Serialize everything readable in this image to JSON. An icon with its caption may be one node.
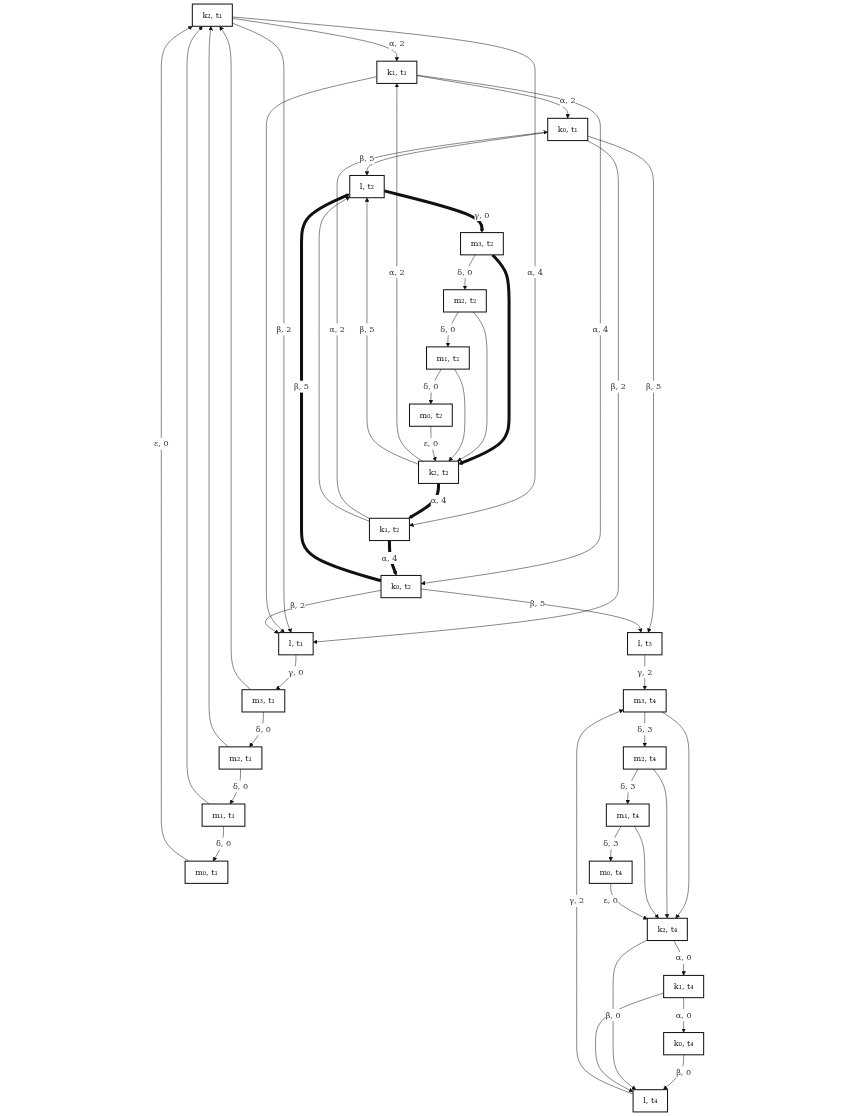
{
  "diagram": {
    "nodes": [
      {
        "text": [
          "k₂, t₁"
        ]
      },
      {
        "text": [
          "k₁, t₁"
        ]
      },
      {
        "text": [
          "k₀, t₁"
        ]
      },
      {
        "text": [
          "l, t₁"
        ]
      },
      {
        "text": [
          "m₃, t₁"
        ]
      },
      {
        "text": [
          "m₂, t₁"
        ]
      },
      {
        "text": [
          "m₁, t₁"
        ]
      },
      {
        "text": [
          "m₀, t₁"
        ]
      },
      {
        "text": [
          "k₂, t₂"
        ]
      },
      {
        "text": [
          "k₁, t₂"
        ]
      },
      {
        "text": [
          "k₀, t₂"
        ]
      },
      {
        "text": [
          "l, t₂"
        ]
      },
      {
        "text": [
          "m₃, t₂"
        ]
      },
      {
        "text": [
          "m₂, t₂"
        ]
      },
      {
        "text": [
          "m₁, t₂"
        ]
      },
      {
        "text": [
          "m₀, t₂"
        ]
      },
      {
        "text": [
          "l, t₃"
        ]
      },
      {
        "text": [
          "k₂, t₄"
        ]
      },
      {
        "text": [
          "k₁, t₄"
        ]
      },
      {
        "text": [
          "k₀, t₄"
        ]
      },
      {
        "text": [
          "l, t₄"
        ]
      },
      {
        "text": [
          "m₃, t₄"
        ]
      },
      {
        "text": [
          "m₂, t₄"
        ]
      },
      {
        "text": [
          "m₁, t₄"
        ]
      },
      {
        "text": [
          "m₀, t₄"
        ]
      }
    ],
    "edges": [
      {
        "from": 0,
        "to": 1,
        "arrow": "to",
        "label": "α, 2"
      },
      {
        "from": 1,
        "to": 2,
        "arrow": "to",
        "label": "α, 2"
      },
      {
        "from": 2,
        "to": 3,
        "arrow": "to",
        "label": "β, 2"
      },
      {
        "from": 0,
        "to": 3,
        "arrow": "to",
        "label": "β, 2"
      },
      {
        "from": 1,
        "to": 3,
        "arrow": "to"
      },
      {
        "from": 3,
        "to": 4,
        "arrow": "to",
        "label": "γ, 0"
      },
      {
        "from": 4,
        "to": 5,
        "arrow": "to",
        "label": "δ, 0"
      },
      {
        "from": 5,
        "to": 6,
        "arrow": "to",
        "label": "δ, 0"
      },
      {
        "from": 6,
        "to": 7,
        "arrow": "to",
        "label": "δ, 0"
      },
      {
        "from": 4,
        "to": 0,
        "arrow": "to"
      },
      {
        "from": 5,
        "to": 0,
        "arrow": "to"
      },
      {
        "from": 6,
        "to": 0,
        "arrow": "to"
      },
      {
        "from": 7,
        "to": 0,
        "arrow": "to",
        "label": "ε, 0"
      },
      {
        "from": 0,
        "to": 9,
        "arrow": "to",
        "label": "α, 4"
      },
      {
        "from": 8,
        "to": 1,
        "arrow": "to",
        "label": "α, 2"
      },
      {
        "from": 1,
        "to": 10,
        "arrow": "to",
        "label": "α, 4"
      },
      {
        "from": 9,
        "to": 2,
        "arrow": "to",
        "label": "α, 2"
      },
      {
        "from": 2,
        "to": 11,
        "arrow": "to",
        "label": "β, 5"
      },
      {
        "from": 10,
        "to": 3,
        "arrow": "to",
        "label": "β, 2"
      },
      {
        "from": 2,
        "to": 16,
        "arrow": "to",
        "label": "β, 5"
      },
      {
        "from": 8,
        "to": 9,
        "arrow": "to",
        "label": "α, 4",
        "style": "thick"
      },
      {
        "from": 9,
        "to": 10,
        "arrow": "to",
        "label": "α, 4",
        "style": "thick"
      },
      {
        "from": 10,
        "to": 11,
        "arrow": "to",
        "label": "β, 5",
        "style": "thick"
      },
      {
        "from": 8,
        "to": 11,
        "arrow": "to",
        "label": "β, 5"
      },
      {
        "from": 9,
        "to": 11,
        "arrow": "to"
      },
      {
        "from": 11,
        "to": 12,
        "arrow": "to",
        "label": "γ, 0",
        "style": "thick"
      },
      {
        "from": 12,
        "to": 13,
        "arrow": "to",
        "label": "δ, 0"
      },
      {
        "from": 13,
        "to": 14,
        "arrow": "to",
        "label": "δ, 0"
      },
      {
        "from": 14,
        "to": 15,
        "arrow": "to",
        "label": "δ, 0"
      },
      {
        "from": 12,
        "to": 8,
        "arrow": "to",
        "style": "thick"
      },
      {
        "from": 13,
        "to": 8,
        "arrow": "to"
      },
      {
        "from": 14,
        "to": 8,
        "arrow": "to"
      },
      {
        "from": 15,
        "to": 8,
        "arrow": "to",
        "label": "ε, 0"
      },
      {
        "from": 10,
        "to": 16,
        "arrow": "to",
        "label": "β, 5"
      },
      {
        "from": 16,
        "to": 21,
        "arrow": "to",
        "label": "γ, 2"
      },
      {
        "from": 17,
        "to": 18,
        "arrow": "to",
        "label": "α, 0"
      },
      {
        "from": 18,
        "to": 19,
        "arrow": "to",
        "label": "α, 0"
      },
      {
        "from": 19,
        "to": 20,
        "arrow": "to",
        "label": "β, 0"
      },
      {
        "from": 17,
        "to": 20,
        "arrow": "to",
        "label": "β, 0"
      },
      {
        "from": 18,
        "to": 20,
        "arrow": "to"
      },
      {
        "from": 20,
        "to": 21,
        "arrow": "to",
        "label": "γ, 2"
      },
      {
        "from": 21,
        "to": 22,
        "arrow": "to",
        "label": "δ, 3"
      },
      {
        "from": 22,
        "to": 23,
        "arrow": "to",
        "label": "δ, 3"
      },
      {
        "from": 23,
        "to": 24,
        "arrow": "to",
        "label": "δ, 3"
      },
      {
        "from": 21,
        "to": 17,
        "arrow": "to"
      },
      {
        "from": 22,
        "to": 17,
        "arrow": "to"
      },
      {
        "from": 23,
        "to": 17,
        "arrow": "to"
      },
      {
        "from": 24,
        "to": 17,
        "arrow": "to",
        "label": "ε, 0"
      }
    ]
  }
}
